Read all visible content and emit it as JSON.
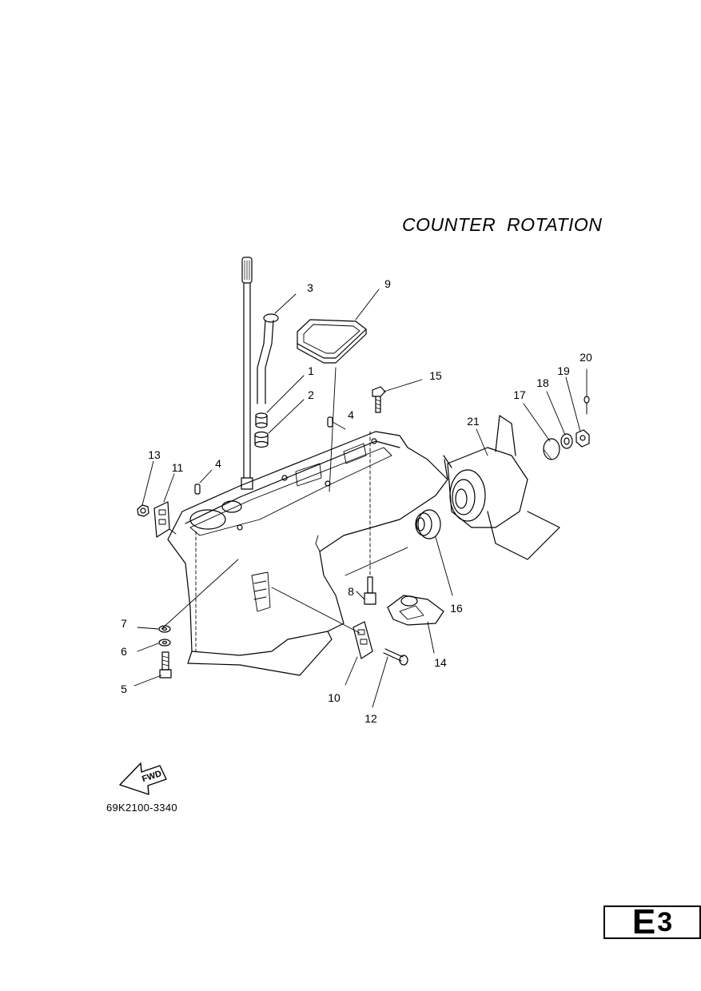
{
  "title": "COUNTER  ROTATION",
  "diagram_code": "69K2100-3340",
  "section": {
    "letter": "E",
    "number": "3"
  },
  "fwd_label": "FWD",
  "callouts": [
    {
      "id": "c1",
      "label": "1"
    },
    {
      "id": "c2",
      "label": "2"
    },
    {
      "id": "c3",
      "label": "3"
    },
    {
      "id": "c4a",
      "label": "4"
    },
    {
      "id": "c4b",
      "label": "4"
    },
    {
      "id": "c5",
      "label": "5"
    },
    {
      "id": "c6",
      "label": "6"
    },
    {
      "id": "c7",
      "label": "7"
    },
    {
      "id": "c8",
      "label": "8"
    },
    {
      "id": "c9",
      "label": "9"
    },
    {
      "id": "c10",
      "label": "10"
    },
    {
      "id": "c11",
      "label": "11"
    },
    {
      "id": "c12",
      "label": "12"
    },
    {
      "id": "c13",
      "label": "13"
    },
    {
      "id": "c14",
      "label": "14"
    },
    {
      "id": "c15",
      "label": "15"
    },
    {
      "id": "c16",
      "label": "16"
    },
    {
      "id": "c17",
      "label": "17"
    },
    {
      "id": "c18",
      "label": "18"
    },
    {
      "id": "c19",
      "label": "19"
    },
    {
      "id": "c20",
      "label": "20"
    },
    {
      "id": "c21",
      "label": "21"
    }
  ]
}
